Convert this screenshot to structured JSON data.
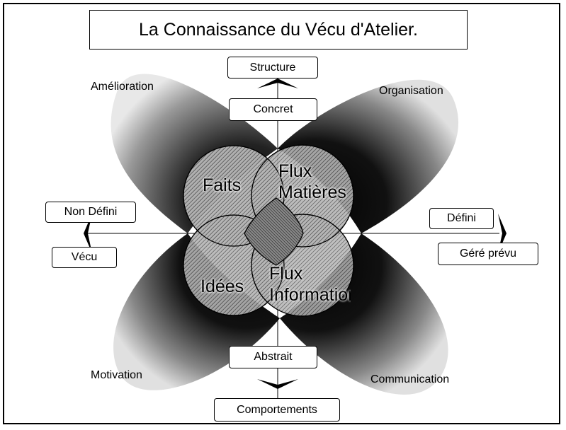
{
  "title": "La Connaissance du Vécu d'Atelier.",
  "axes": {
    "top_outer": "Structure",
    "top_inner": "Concret",
    "bottom_inner": "Abstrait",
    "bottom_outer": "Comportements",
    "left_top": "Non Défini",
    "left_bottom": "Vécu",
    "right_top": "Défini",
    "right_bottom": "Géré prévu"
  },
  "petals": {
    "top_left": "Amélioration",
    "top_right": "Organisation",
    "bottom_left": "Motivation",
    "bottom_right": "Communication"
  },
  "circles": {
    "left": "Faits",
    "top_right_line1": "Flux",
    "top_right_line2": "Matières",
    "bottom_left": "Idées",
    "bottom_right_line1": "Flux",
    "bottom_right_line2": "Information"
  }
}
